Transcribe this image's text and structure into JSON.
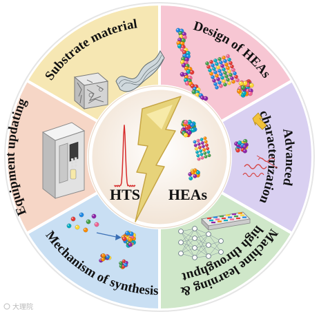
{
  "center": {
    "left_label": "HTS",
    "right_label": "HEAs"
  },
  "segments": [
    {
      "id": "substrate",
      "label": "Substrate material",
      "color": "#f6e7b3"
    },
    {
      "id": "design",
      "label": "Design of HEAs",
      "color": "#f7c6d3"
    },
    {
      "id": "characterization",
      "label_lines": [
        "Advanced",
        "characterization"
      ],
      "color": "#d9d0f1"
    },
    {
      "id": "ml",
      "label_lines": [
        "Machine learning &",
        "high throughput"
      ],
      "color": "#cfe7c9"
    },
    {
      "id": "mechanism",
      "label": "Mechanism of synthesis",
      "color": "#c9dff3"
    },
    {
      "id": "equipment",
      "label": "Equipment updating",
      "color": "#f6d6c6"
    }
  ],
  "colors": {
    "hub_fill": "#f5e9dc",
    "bolt": "#e7d37a",
    "peak": "#d62b2b",
    "divider": "#ffffff"
  },
  "watermark": "大理院"
}
